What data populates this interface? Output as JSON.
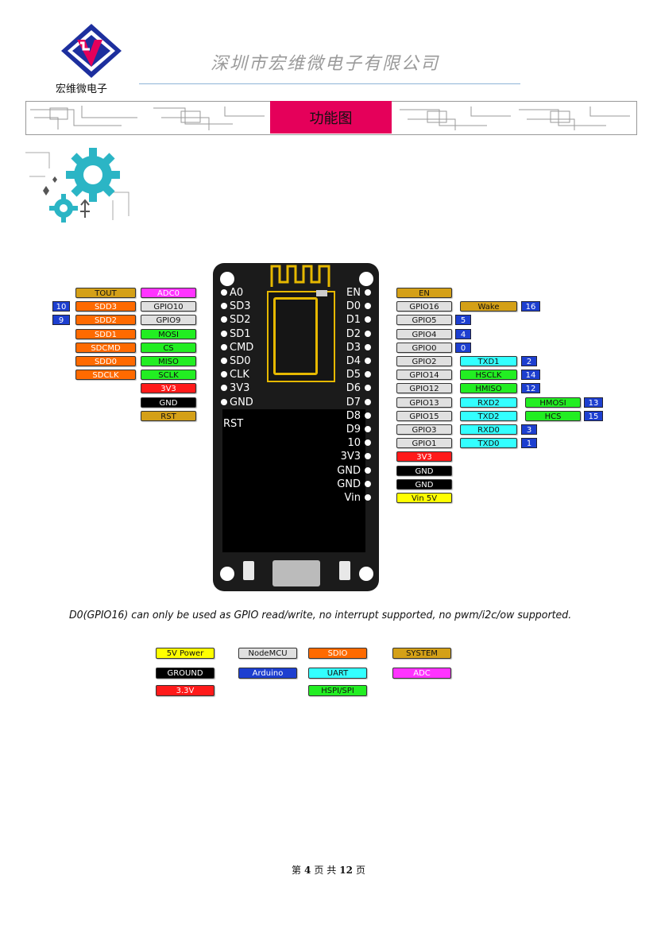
{
  "header": {
    "company_name": "深圳市宏维微电子有限公司",
    "logo_text": "宏维微电子",
    "logo_letters": "HV",
    "section_title": "功能图"
  },
  "board": {
    "left_pins": [
      "A0",
      "SD3",
      "SD2",
      "SD1",
      "CMD",
      "SD0",
      "CLK",
      "3V3",
      "GND",
      "RST"
    ],
    "right_pins": [
      "EN",
      "D0",
      "D1",
      "D2",
      "D3",
      "D4",
      "D5",
      "D6",
      "D7",
      "D8",
      "D9",
      "10",
      "3V3",
      "GND",
      "GND",
      "Vin"
    ]
  },
  "left_labels": [
    {
      "num": "",
      "system": "TOUT",
      "sdio": "",
      "special": "ADC0",
      "special_color": "#ff33ff"
    },
    {
      "num": "10",
      "system": "SDD3",
      "gpio": "GPIO10"
    },
    {
      "num": "9",
      "system": "SDD2",
      "gpio": "GPIO9"
    },
    {
      "system": "SDD1",
      "spi": "MOSI"
    },
    {
      "system": "SDCMD",
      "spi": "CS"
    },
    {
      "system": "SDD0",
      "spi": "MISO"
    },
    {
      "system": "SDCLK",
      "spi": "SCLK"
    },
    {
      "power": "3V3"
    },
    {
      "power": "GND"
    },
    {
      "power": "RST"
    }
  ],
  "right_labels": [
    {
      "a": "EN"
    },
    {
      "a": "GPIO16",
      "b": "Wake",
      "n": "16"
    },
    {
      "a": "GPIO5",
      "n": "5"
    },
    {
      "a": "GPIO4",
      "n": "4"
    },
    {
      "a": "GPIO0",
      "n": "0"
    },
    {
      "a": "GPIO2",
      "b": "TXD1",
      "n": "2"
    },
    {
      "a": "GPIO14",
      "b": "HSCLK",
      "n": "14"
    },
    {
      "a": "GPIO12",
      "b": "HMISO",
      "n": "12"
    },
    {
      "a": "GPIO13",
      "b": "RXD2",
      "c": "HMOSI",
      "n": "13"
    },
    {
      "a": "GPIO15",
      "b": "TXD2",
      "c": "HCS",
      "n": "15"
    },
    {
      "a": "GPIO3",
      "b": "RXD0",
      "n": "3"
    },
    {
      "a": "GPIO1",
      "b": "TXD0",
      "n": "1"
    },
    {
      "a": "3V3"
    },
    {
      "a": "GND"
    },
    {
      "a": "GND"
    },
    {
      "a": "Vin 5V"
    }
  ],
  "note": "D0(GPIO16) can only be used as GPIO read/write, no interrupt supported, no pwm/i2c/ow supported.",
  "legend": [
    {
      "label": "5V Power",
      "color": "#ffff00",
      "text_color": "#111"
    },
    {
      "label": "NodeMCU",
      "color": "#e0e0e0",
      "text_color": "#111"
    },
    {
      "label": "SDIO",
      "color": "#ff6a00",
      "text_color": "#fff"
    },
    {
      "label": "SYSTEM",
      "color": "#d4a017",
      "text_color": "#111"
    },
    {
      "label": "GROUND",
      "color": "#000000",
      "text_color": "#fff"
    },
    {
      "label": "Arduino",
      "color": "#1d3fd0",
      "text_color": "#fff"
    },
    {
      "label": "UART",
      "color": "#33ffff",
      "text_color": "#111"
    },
    {
      "label": "ADC",
      "color": "#ff33ff",
      "text_color": "#fff"
    },
    {
      "label": "3.3V",
      "color": "#ff1a1a",
      "text_color": "#fff"
    },
    {
      "label": "HSPI/SPI",
      "color": "#22ee22",
      "text_color": "#111"
    }
  ],
  "footer": {
    "prefix": "第",
    "page": "4",
    "mid": "页 共",
    "total": "12",
    "suffix": "页"
  },
  "colors": {
    "accent": "#e5005a",
    "system": "#d4a017",
    "sdio": "#ff6a00",
    "gpio": "#e0e0e0",
    "spi": "#22ee22",
    "uart": "#33ffff",
    "power_red": "#ff1a1a",
    "ground": "#000000",
    "vin": "#ffff00",
    "arduino": "#1d3fd0",
    "adc": "#ff33ff"
  }
}
